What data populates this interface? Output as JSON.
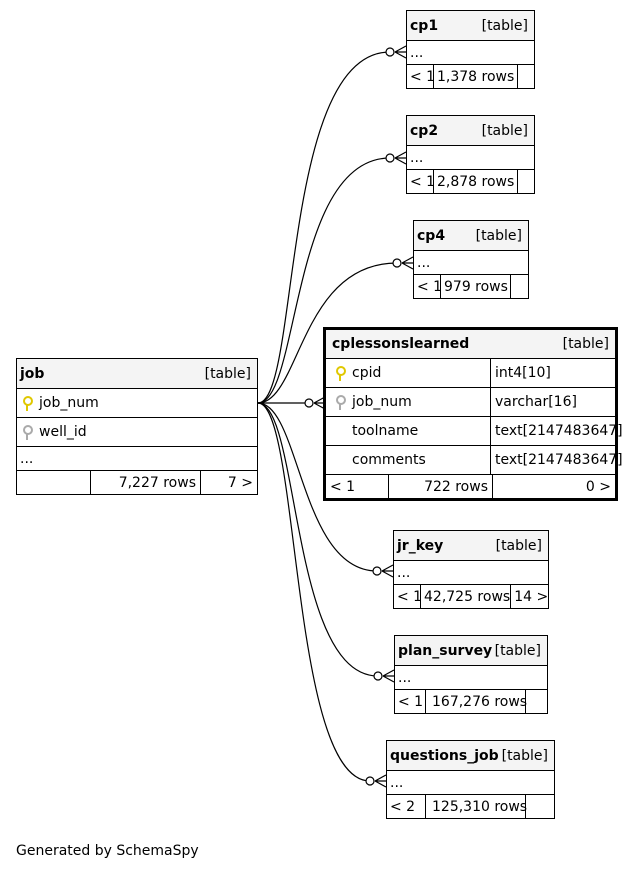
{
  "tables": {
    "job": {
      "name": "job",
      "type": "[table]",
      "columns": [
        "job_num",
        "well_id"
      ],
      "ellipsis": "...",
      "footer": [
        "",
        "7,227 rows",
        "7 >"
      ]
    },
    "cp1": {
      "name": "cp1",
      "type": "[table]",
      "ellipsis": "...",
      "footer": [
        "< 1",
        "1,378 rows",
        ""
      ]
    },
    "cp2": {
      "name": "cp2",
      "type": "[table]",
      "ellipsis": "...",
      "footer": [
        "< 1",
        "2,878 rows",
        ""
      ]
    },
    "cp4": {
      "name": "cp4",
      "type": "[table]",
      "ellipsis": "...",
      "footer": [
        "< 1",
        "979 rows",
        ""
      ]
    },
    "cplessonslearned": {
      "name": "cplessonslearned",
      "type": "[table]",
      "columns": [
        {
          "name": "cpid",
          "type": "int4[10]"
        },
        {
          "name": "job_num",
          "type": "varchar[16]"
        },
        {
          "name": "toolname",
          "type": "text[2147483647]"
        },
        {
          "name": "comments",
          "type": "text[2147483647]"
        }
      ],
      "footer": [
        "< 1",
        "722 rows",
        "0 >"
      ]
    },
    "jr_key": {
      "name": "jr_key",
      "type": "[table]",
      "ellipsis": "...",
      "footer": [
        "< 1",
        "42,725 rows",
        "14 >"
      ]
    },
    "plan_survey": {
      "name": "plan_survey",
      "type": "[table]",
      "ellipsis": "...",
      "footer": [
        "< 1",
        "167,276 rows",
        ""
      ]
    },
    "questions_job": {
      "name": "questions_job",
      "type": "[table]",
      "ellipsis": "...",
      "footer": [
        "< 2",
        "125,310 rows",
        ""
      ]
    }
  },
  "footer_text": "Generated by SchemaSpy",
  "colors": {
    "primary_key": "#e0c800",
    "foreign_key": "#aaaaaa",
    "header_bg": "#f4f4f4"
  }
}
